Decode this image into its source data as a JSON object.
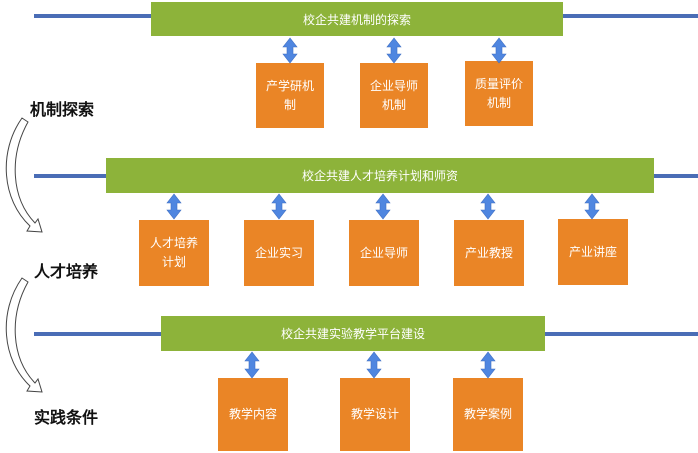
{
  "colors": {
    "line": "#4a6db6",
    "bar": "#8db33a",
    "box": "#ea8526",
    "arrow": "#4f86e0"
  },
  "side_labels": [
    "机制探索",
    "人才培养",
    "实践条件"
  ],
  "sections": [
    {
      "bar_label": "校企共建机制的探索",
      "boxes": [
        "产学研机\n制",
        "企业导师\n机制",
        "质量评价\n机制"
      ]
    },
    {
      "bar_label": "校企共建人才培养计划和师资",
      "boxes": [
        "人才培养\n计划",
        "企业实习",
        "企业导师",
        "产业教授",
        "产业讲座"
      ]
    },
    {
      "bar_label": "校企共建实验教学平台建设",
      "boxes": [
        "教学内容",
        "教学设计",
        "教学案例"
      ]
    }
  ]
}
